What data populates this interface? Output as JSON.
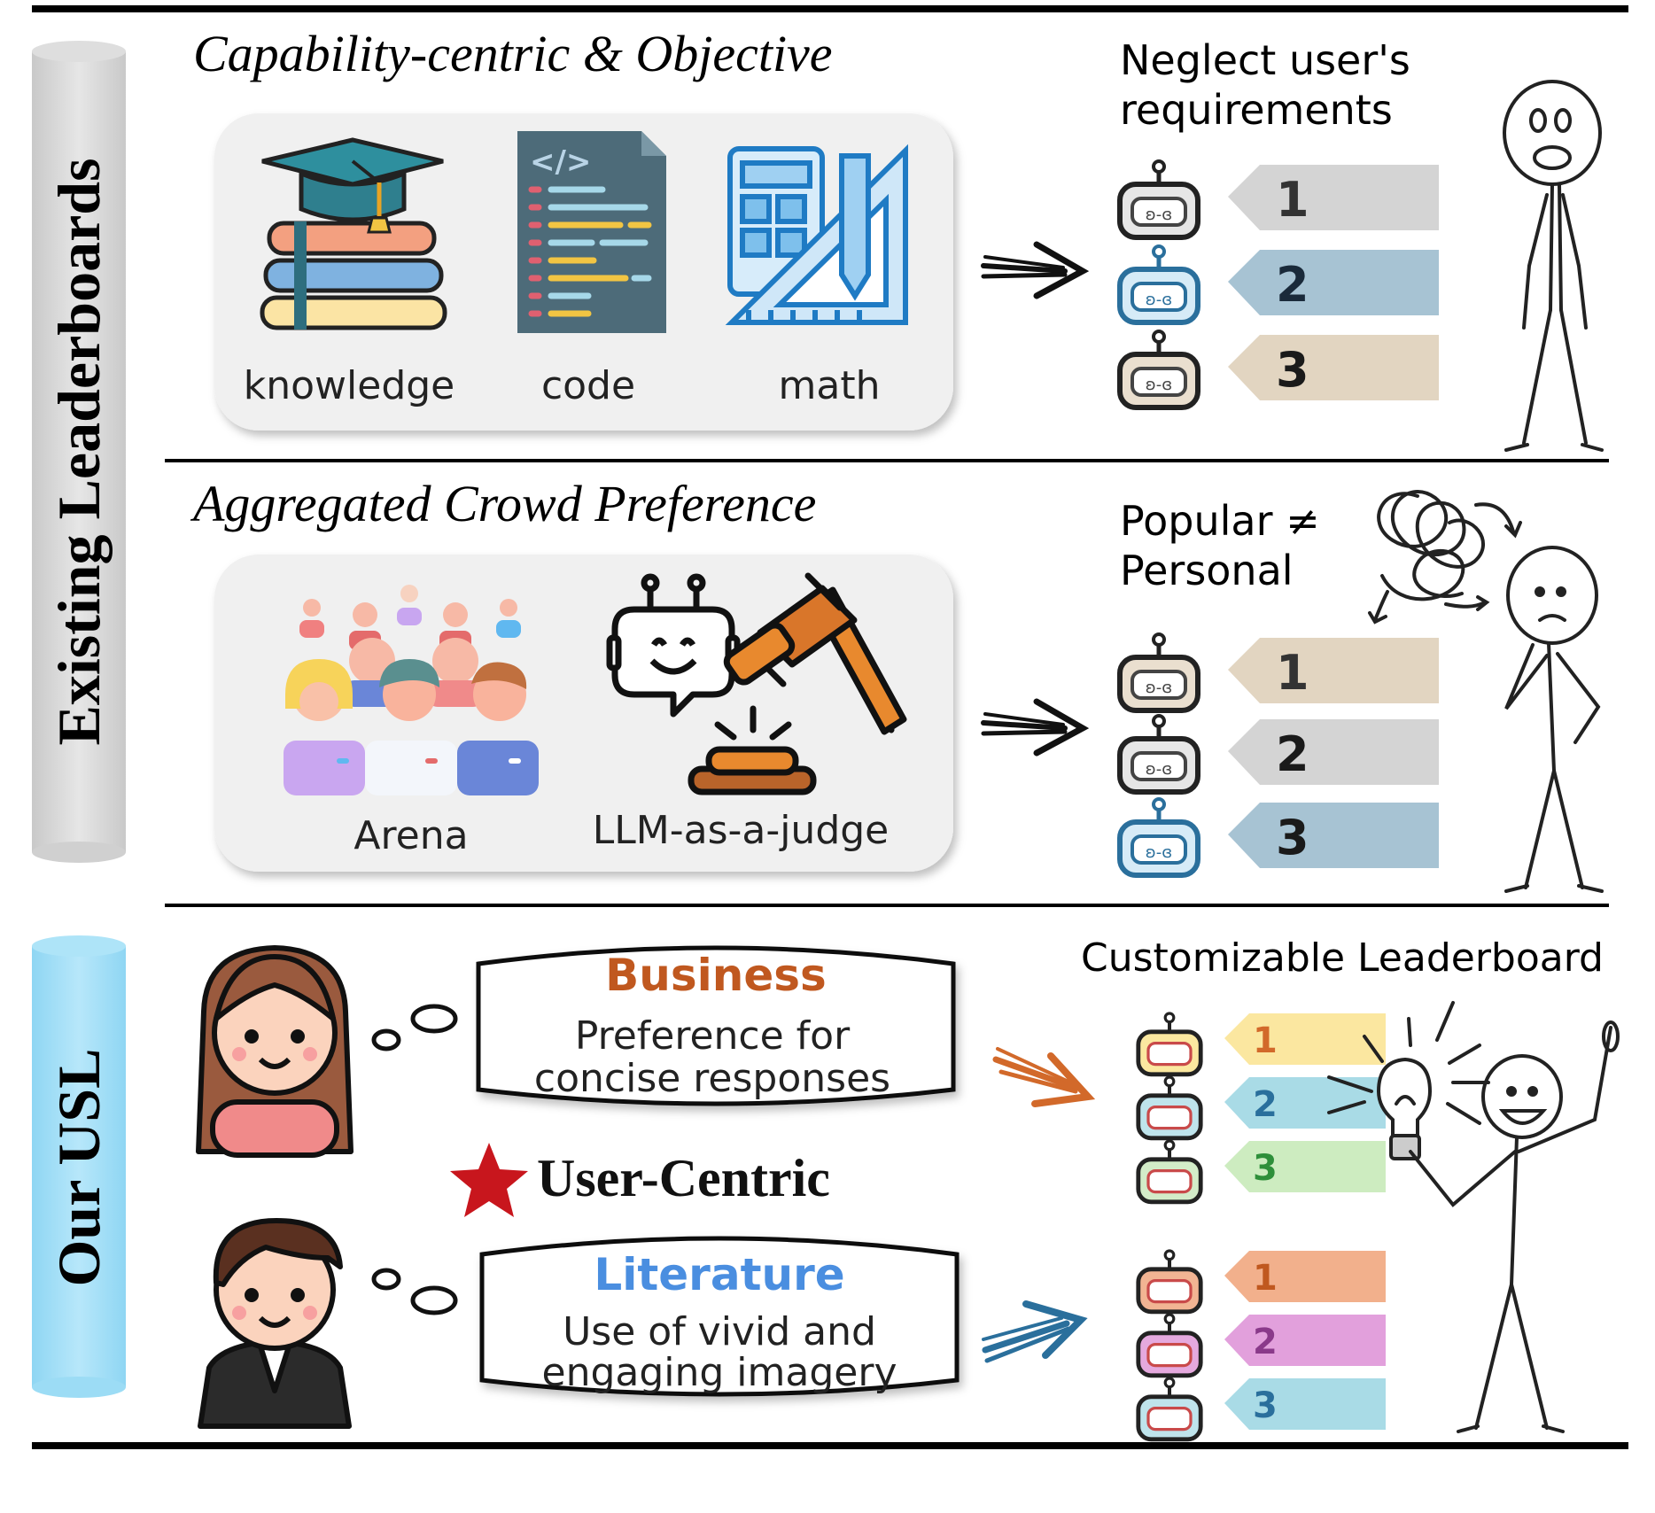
{
  "sidebar": {
    "existing_label": "Existing Leaderboards",
    "ours_label": "Our USL"
  },
  "section_capability": {
    "title": "Capability-centric & Objective",
    "items": [
      "knowledge",
      "code",
      "math"
    ],
    "note_line1": "Neglect user's",
    "note_line2": "requirements",
    "ranks": [
      "1",
      "2",
      "3"
    ]
  },
  "section_crowd": {
    "title": "Aggregated Crowd Preference",
    "items": [
      "Arena",
      "LLM-as-a-judge"
    ],
    "note_line1": "Popular ≠",
    "note_line2": "Personal",
    "ranks": [
      "1",
      "2",
      "3"
    ]
  },
  "section_usl": {
    "board_title": "Customizable Leaderboard",
    "center_label": "User-Centric",
    "business": {
      "title": "Business",
      "line1": "Preference for",
      "line2": "concise responses",
      "ranks": [
        "1",
        "2",
        "3"
      ]
    },
    "literature": {
      "title": "Literature",
      "line1": "Use of vivid and",
      "line2": "engaging imagery",
      "ranks": [
        "1",
        "2",
        "3"
      ]
    }
  },
  "colors": {
    "business_title": "#c0581f",
    "literature_title": "#4a8ee0",
    "star": "#c8161d",
    "existing_bar": "#d8d8d8",
    "usl_bar": "#a6dff6"
  }
}
